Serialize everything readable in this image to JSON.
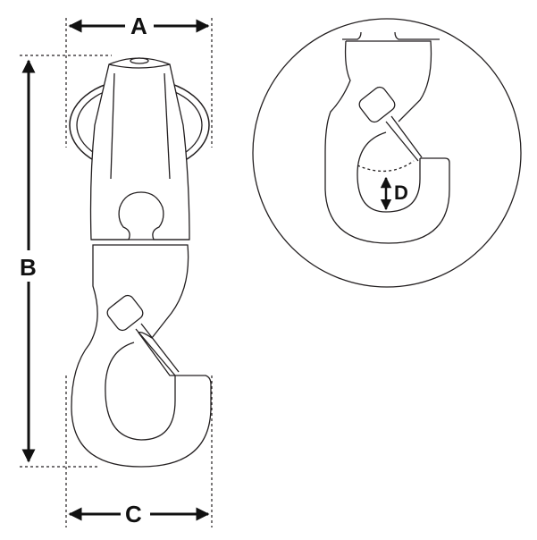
{
  "dimensions": {
    "a": "A",
    "b": "B",
    "c": "C",
    "d": "D"
  },
  "colors": {
    "line": "#231f20",
    "fill": "#ffffff"
  }
}
